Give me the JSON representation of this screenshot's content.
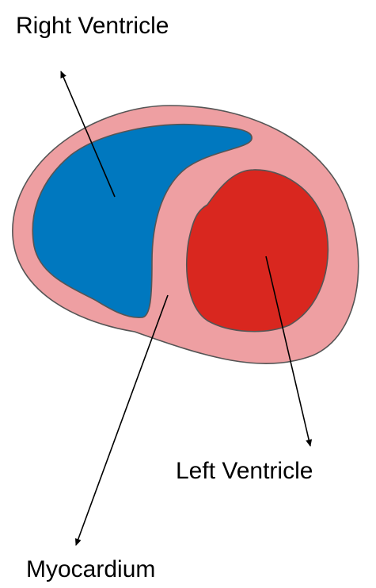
{
  "labels": {
    "right_ventricle": "Right Ventricle",
    "left_ventricle": "Left Ventricle",
    "myocardium": "Myocardium"
  },
  "colors": {
    "myocardium": "#EE9FA2",
    "right_ventricle": "#0078BF",
    "left_ventricle": "#D9271F",
    "outline": "#555555",
    "arrow": "#000000"
  }
}
